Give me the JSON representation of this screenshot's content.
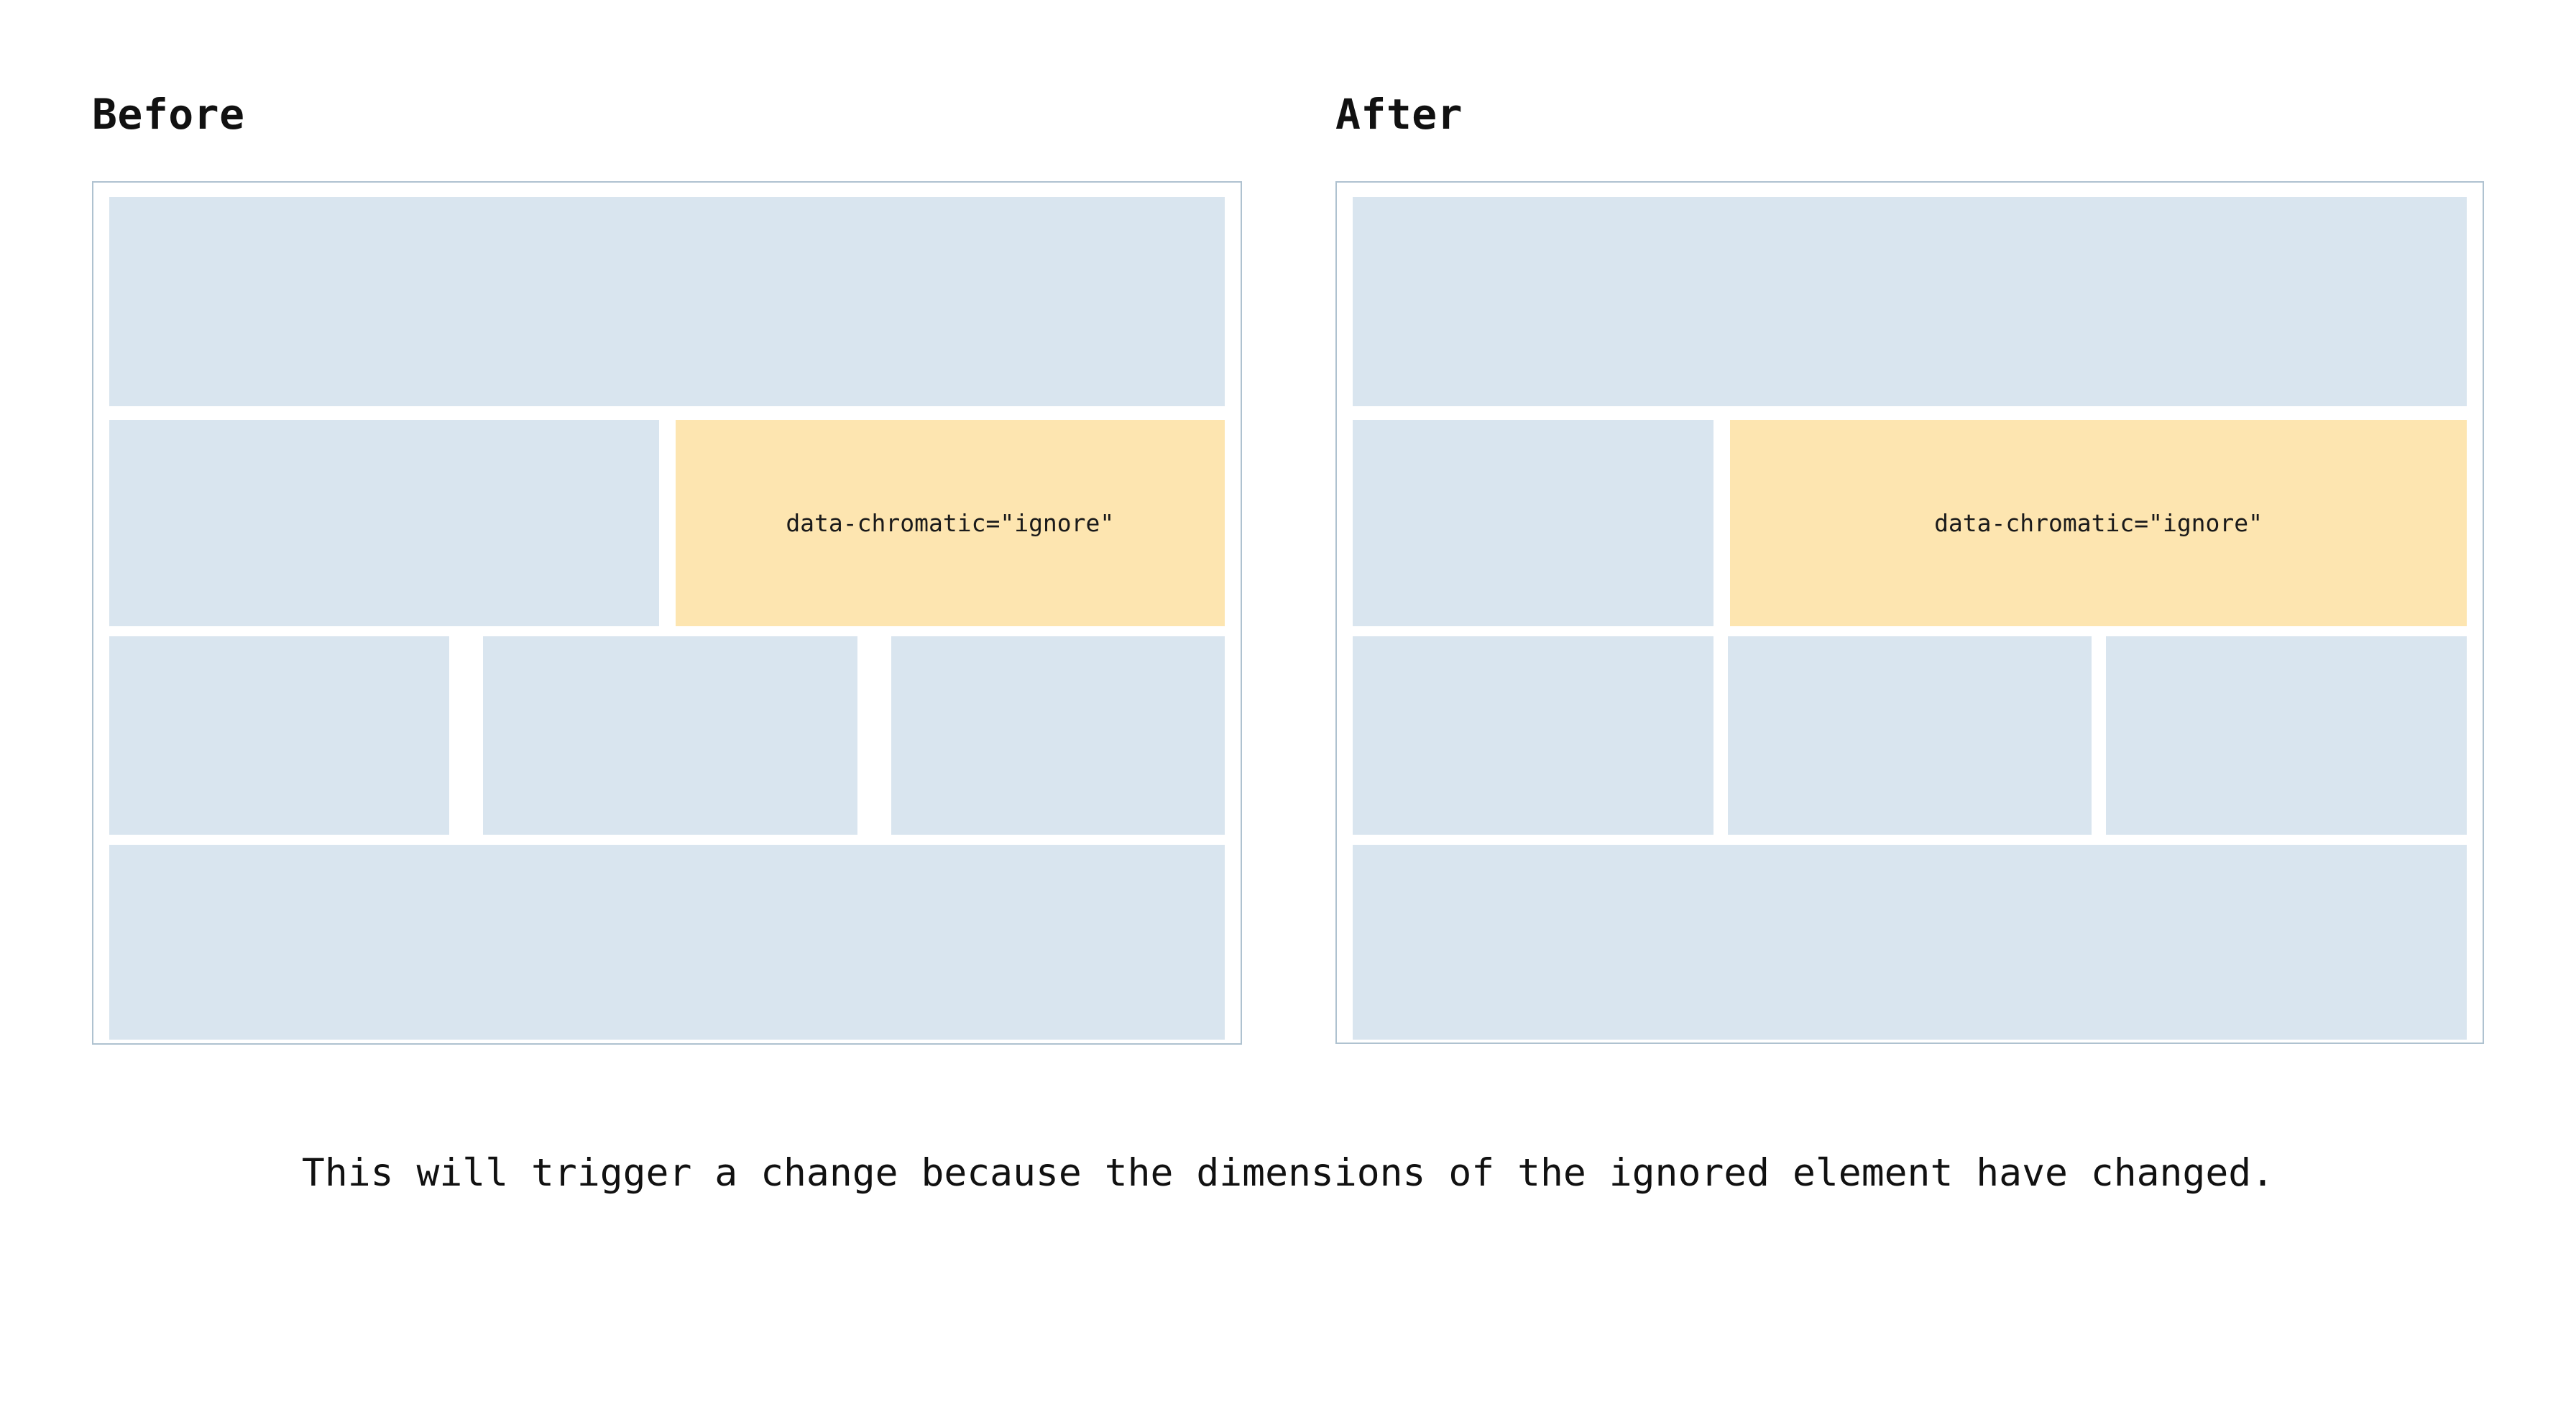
{
  "page": {
    "background": "#ffffff",
    "caption": "This will trigger a change because the dimensions of the ignored element have changed."
  },
  "colors": {
    "placeholder_block": "#d9e5ef",
    "ignored_block": "#fde5b0",
    "panel_border": "#afc2d0",
    "text": "#111111"
  },
  "panels": [
    {
      "id": "before",
      "title": "Before",
      "rows": [
        {
          "id": "row-1",
          "blocks": [
            {
              "type": "placeholder",
              "label": ""
            }
          ]
        },
        {
          "id": "row-2",
          "blocks": [
            {
              "type": "placeholder",
              "label": ""
            },
            {
              "type": "ignored",
              "label": "data-chromatic=\"ignore\""
            }
          ]
        },
        {
          "id": "row-3",
          "blocks": [
            {
              "type": "placeholder",
              "label": ""
            },
            {
              "type": "placeholder",
              "label": ""
            },
            {
              "type": "placeholder",
              "label": ""
            }
          ]
        },
        {
          "id": "row-4",
          "blocks": [
            {
              "type": "placeholder",
              "label": ""
            }
          ]
        }
      ]
    },
    {
      "id": "after",
      "title": "After",
      "rows": [
        {
          "id": "row-1",
          "blocks": [
            {
              "type": "placeholder",
              "label": ""
            }
          ]
        },
        {
          "id": "row-2",
          "blocks": [
            {
              "type": "placeholder",
              "label": ""
            },
            {
              "type": "ignored",
              "label": "data-chromatic=\"ignore\""
            }
          ]
        },
        {
          "id": "row-3",
          "blocks": [
            {
              "type": "placeholder",
              "label": ""
            },
            {
              "type": "placeholder",
              "label": ""
            },
            {
              "type": "placeholder",
              "label": ""
            }
          ]
        },
        {
          "id": "row-4",
          "blocks": [
            {
              "type": "placeholder",
              "label": ""
            }
          ]
        }
      ]
    }
  ]
}
